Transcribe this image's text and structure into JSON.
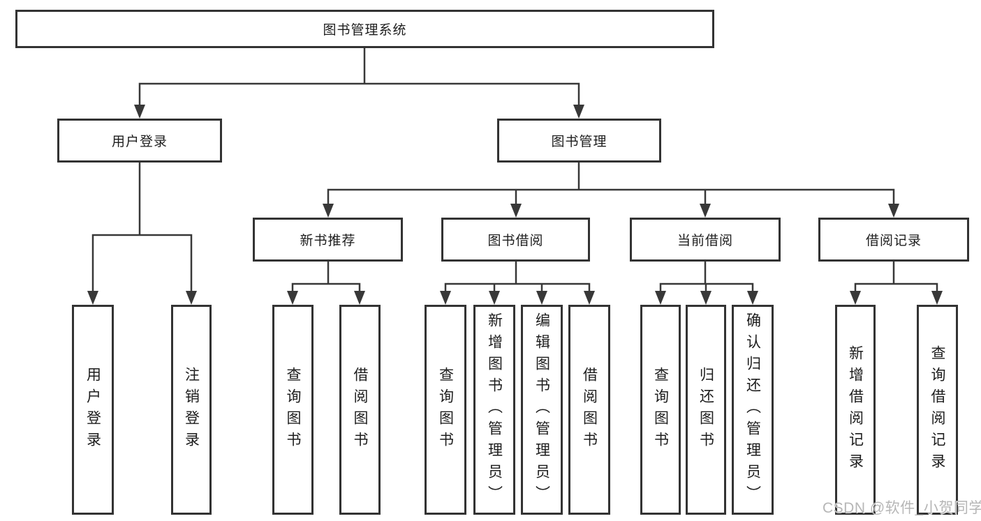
{
  "tree": {
    "root": {
      "label": "图书管理系统"
    },
    "branches": [
      {
        "label": "用户登录",
        "children": [
          {
            "label": "用户登录"
          },
          {
            "label": "注销登录"
          }
        ]
      },
      {
        "label": "图书管理",
        "children": [
          {
            "label": "新书推荐",
            "children": [
              {
                "label": "查询图书"
              },
              {
                "label": "借阅图书"
              }
            ]
          },
          {
            "label": "图书借阅",
            "children": [
              {
                "label": "查询图书"
              },
              {
                "label": "新增图书（管理员）"
              },
              {
                "label": "编辑图书（管理员）"
              },
              {
                "label": "借阅图书"
              }
            ]
          },
          {
            "label": "当前借阅",
            "children": [
              {
                "label": "查询图书"
              },
              {
                "label": "归还图书"
              },
              {
                "label": "确认归还（管理员）"
              }
            ]
          },
          {
            "label": "借阅记录",
            "children": [
              {
                "label": "新增借阅记录"
              },
              {
                "label": "查询借阅记录"
              }
            ]
          }
        ]
      }
    ]
  },
  "watermark": "CSDN @软件_小贺同学",
  "colors": {
    "line": "#383838",
    "box_border": "#333333",
    "text": "#1d1d1d",
    "background": "#ffffff",
    "watermark": "#b6b6b6"
  }
}
